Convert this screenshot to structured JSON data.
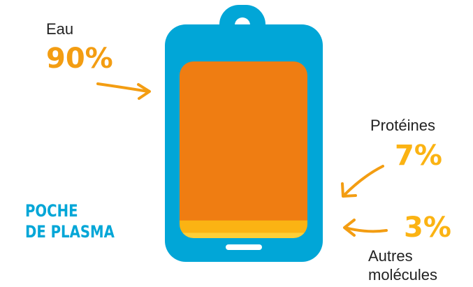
{
  "title": {
    "line1": "POCHE",
    "line2": "DE PLASMA"
  },
  "components": [
    {
      "name": "Eau",
      "percent_label": "90%"
    },
    {
      "name": "Protéines",
      "percent_label": "7%"
    },
    {
      "name_line1": "Autres",
      "name_line2": "molécules",
      "percent_label": "3%"
    }
  ],
  "chart_data": {
    "type": "stacked-bar",
    "categories": [
      "Eau",
      "Protéines",
      "Autres molécules"
    ],
    "values": [
      90,
      7,
      3
    ],
    "unit": "%",
    "colors": [
      "#ef7d12",
      "#fbb313",
      "#fdcf38"
    ]
  },
  "colors": {
    "bag": "#01a6d7",
    "water": "#ef7d12",
    "proteins": "#fbb313",
    "others": "#fdcf38",
    "accent_text": "#f39d12",
    "arrow": "#f39d12",
    "text": "#222222"
  }
}
